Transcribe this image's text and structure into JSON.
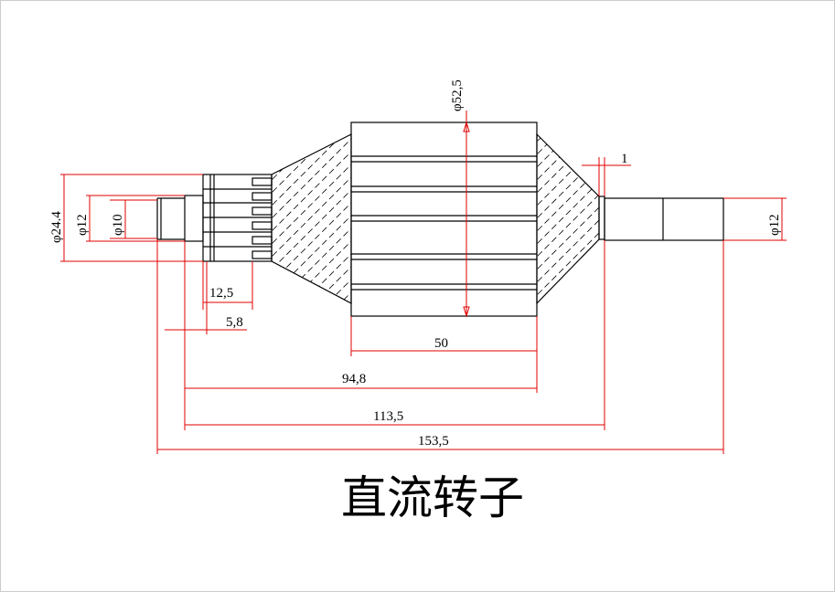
{
  "title": "直流转子",
  "colors": {
    "outline": "#000000",
    "dimension": "#e00000",
    "background": "#ffffff"
  },
  "dimensions": {
    "dia_core": "φ52,5",
    "dia_comm": "φ24.4",
    "dia_shaft_left": "φ12",
    "dia_journal": "φ10",
    "dia_shaft_right": "φ12",
    "len_gap": "1",
    "len_comm": "12,5",
    "len_shoulder": "5,8",
    "len_core": "50",
    "len_948": "94,8",
    "len_1135": "113,5",
    "len_1535": "153,5"
  }
}
